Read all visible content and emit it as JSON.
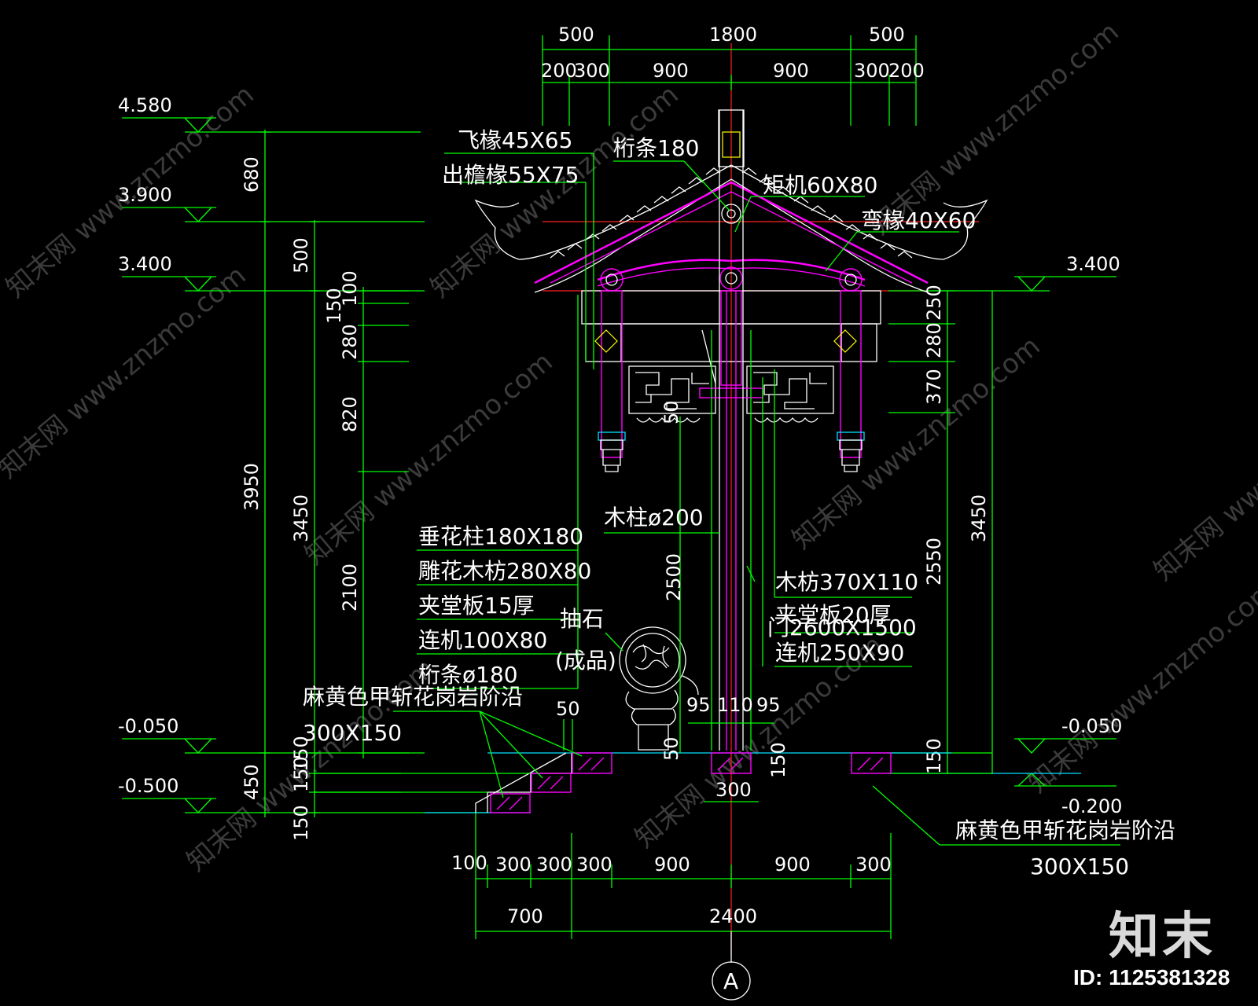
{
  "drawing": {
    "top_dims_row1": [
      "500",
      "1800",
      "500"
    ],
    "top_dims_row2": [
      "200",
      "300",
      "900",
      "900",
      "300",
      "200"
    ],
    "elevations_left": [
      "4.580",
      "3.900",
      "3.400",
      "-0.050",
      "-0.500"
    ],
    "elevations_right": [
      "3.400",
      "-0.050",
      "-0.200"
    ],
    "left_dims_outer": [
      "680",
      "3950",
      "450"
    ],
    "left_dims_mid": [
      "500",
      "3450",
      "150",
      "150",
      "150"
    ],
    "left_dims_inner": [
      "100",
      "150",
      "280",
      "820",
      "2100"
    ],
    "right_dims_inner": [
      "250",
      "280",
      "370",
      "150"
    ],
    "right_dims_outer": [
      "3450"
    ],
    "center_dims": [
      "2500",
      "2550",
      "50",
      "50",
      "50",
      "150"
    ],
    "post_dims": [
      "95",
      "110",
      "95"
    ],
    "footing_dim": "300",
    "bottom_dims_row1": [
      "100",
      "300",
      "300",
      "300",
      "900",
      "900",
      "300"
    ],
    "bottom_dims_row2": [
      "700",
      "2400"
    ],
    "axis_label": "A",
    "labels_top": {
      "fly_rafter": "飞椽45X65",
      "eave_rafter": "出檐椽55X75",
      "purlin": "桁条180",
      "short_beam": "矩机60X80",
      "curved_rafter": "弯椽40X60"
    },
    "labels_left": {
      "hanging_post": "垂花柱180X180",
      "carved_beam": "雕花木枋280X80",
      "panel": "夹堂板15厚",
      "tie": "连机100X80",
      "purlin2": "桁条ø180",
      "stone_line1": "抽石",
      "stone_line2": "(成品)"
    },
    "labels_right": {
      "wood_post": "木柱ø200",
      "wood_beam": "木枋370X110",
      "panel20": "夹堂板20厚",
      "door": "门2600X1500",
      "tie250": "连机250X90"
    },
    "step_note_left": {
      "line1": "麻黄色甲斩花岗岩阶沿",
      "line2": "300X150"
    },
    "step_note_right": {
      "line1": "麻黄色甲斩花岗岩阶沿",
      "line2": "300X150"
    },
    "watermark": "知末网 www.znzmo.com",
    "logo": "知末",
    "id_text": "ID: 1125381328"
  },
  "colors": {
    "background": "#000000",
    "dimension": "#00ff00",
    "structure": "#ffffff",
    "roof": "#ff00ff",
    "centerline": "#ff2020",
    "text": "#ffffff"
  }
}
